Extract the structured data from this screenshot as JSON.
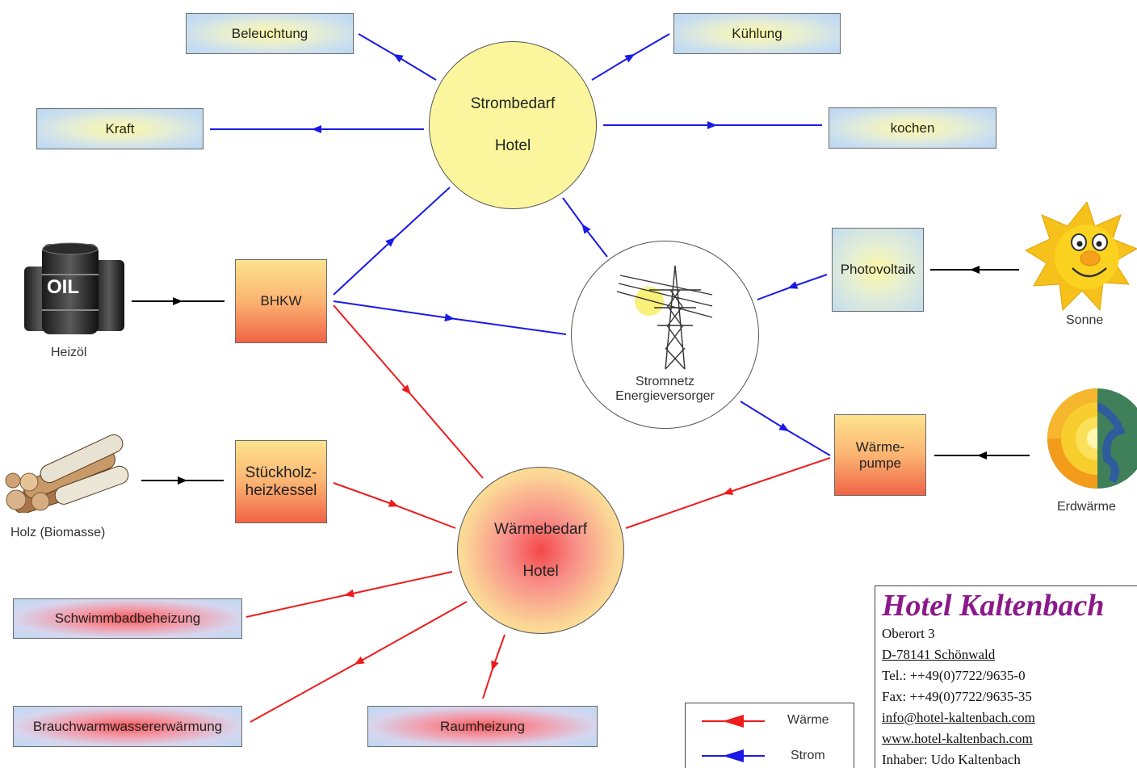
{
  "nodes": {
    "beleuchtung": "Beleuchtung",
    "kuehlung": "Kühlung",
    "kraft": "Kraft",
    "kochen": "kochen",
    "strombedarf_line1": "Strombedarf",
    "strombedarf_line2": "Hotel",
    "waermebedarf_line1": "Wärmebedarf",
    "waermebedarf_line2": "Hotel",
    "bhkw": "BHKW",
    "stueckholz_line1": "Stückholz-",
    "stueckholz_line2": "heizkessel",
    "photovoltaik": "Photovoltaik",
    "waermepumpe_line1": "Wärme-",
    "waermepumpe_line2": "pumpe",
    "stromnetz_line1": "Stromnetz",
    "stromnetz_line2": "Energieversorger",
    "schwimmbad": "Schwimmbadbeheizung",
    "brauchwasser": "Brauchwarmwassererwärmung",
    "raumheizung": "Raumheizung"
  },
  "sources": {
    "heizoel": "Heizöl",
    "oil_text": "OIL",
    "holz": "Holz (Biomasse)",
    "sonne": "Sonne",
    "erdwaerme": "Erdwärme"
  },
  "legend": {
    "waerme": "Wärme",
    "strom": "Strom"
  },
  "hotel": {
    "name": "Hotel Kaltenbach",
    "street": "Oberort 3",
    "city": "D-78141 Schönwald",
    "tel": "Tel.: ++49(0)7722/9635-0",
    "fax": "Fax: ++49(0)7722/9635-35",
    "email": "info@hotel-kaltenbach.com",
    "web": "www.hotel-kaltenbach.com",
    "owner": "Inhaber: Udo Kaltenbach"
  },
  "colors": {
    "heat_flow": "#ee1c1c",
    "power_flow": "#1a1ae6",
    "fuel_flow": "#000000",
    "hotel_name": "#8a1a8a"
  },
  "icons": [
    "oil-barrels-icon",
    "firewood-icon",
    "sun-icon",
    "earth-core-icon",
    "power-pylon-icon"
  ]
}
